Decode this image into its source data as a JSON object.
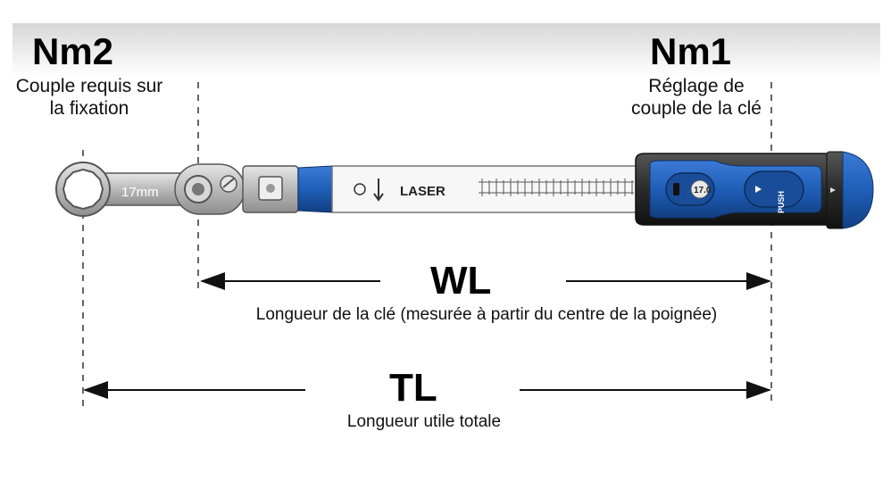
{
  "nm2": {
    "title": "Nm2",
    "desc": "Couple requis sur la fixation"
  },
  "nm1": {
    "title": "Nm1",
    "desc": "Réglage de couple de la clé"
  },
  "wl": {
    "title": "WL",
    "desc": "Longueur de la clé (mesurée à partir du centre de la poignée)"
  },
  "tl": {
    "title": "TL",
    "desc": "Longueur utile totale"
  },
  "wrench": {
    "adapter_size": "17mm",
    "brand": "LASER",
    "handle_value": "17.0",
    "push_label": "PUSH",
    "colors": {
      "accent": "#1f5fb8",
      "grip": "#2b2b2b",
      "steel": "#c8c8c8"
    }
  }
}
